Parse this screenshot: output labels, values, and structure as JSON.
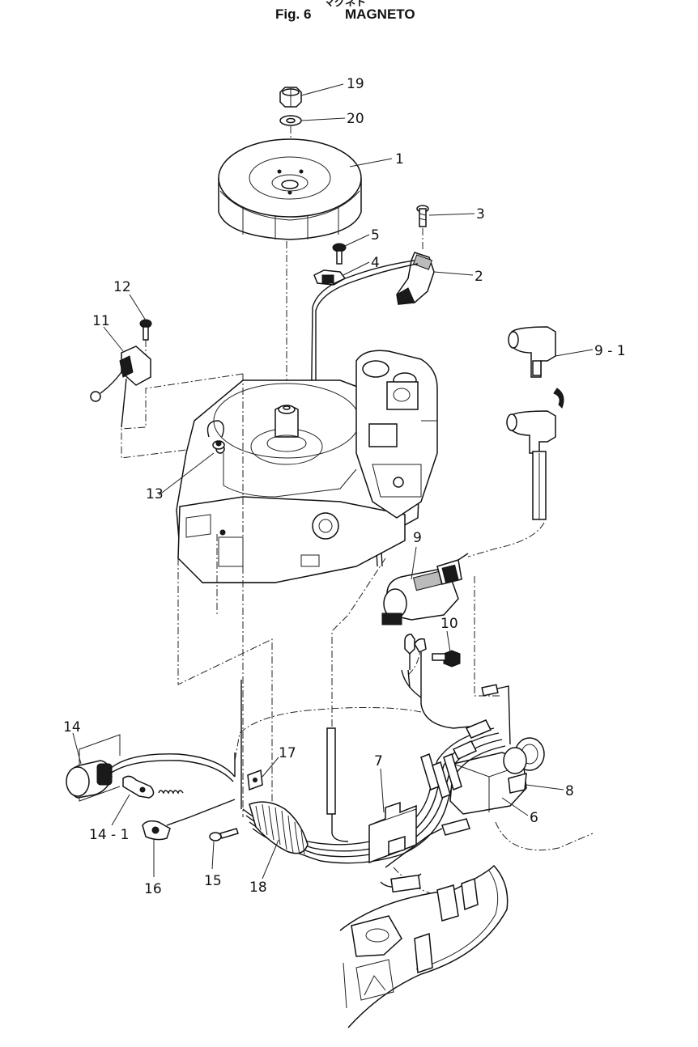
{
  "header": {
    "jp_title": "マグネト",
    "fig_label": "Fig. 6",
    "fig_name": "MAGNETO"
  },
  "callouts": [
    {
      "id": "c19",
      "text": "19"
    },
    {
      "id": "c20",
      "text": "20"
    },
    {
      "id": "c1",
      "text": "1"
    },
    {
      "id": "c3",
      "text": "3"
    },
    {
      "id": "c5",
      "text": "5"
    },
    {
      "id": "c4",
      "text": "4"
    },
    {
      "id": "c2",
      "text": "2"
    },
    {
      "id": "c12",
      "text": "12"
    },
    {
      "id": "c11",
      "text": "11"
    },
    {
      "id": "c9-1",
      "text": "9 - 1"
    },
    {
      "id": "c13",
      "text": "13"
    },
    {
      "id": "c9",
      "text": "9"
    },
    {
      "id": "c10",
      "text": "10"
    },
    {
      "id": "c14",
      "text": "14"
    },
    {
      "id": "c17",
      "text": "17"
    },
    {
      "id": "c7",
      "text": "7"
    },
    {
      "id": "c8",
      "text": "8"
    },
    {
      "id": "c6",
      "text": "6"
    },
    {
      "id": "c14-1",
      "text": "14 - 1"
    },
    {
      "id": "c16",
      "text": "16"
    },
    {
      "id": "c15",
      "text": "15"
    },
    {
      "id": "c18",
      "text": "18"
    }
  ]
}
